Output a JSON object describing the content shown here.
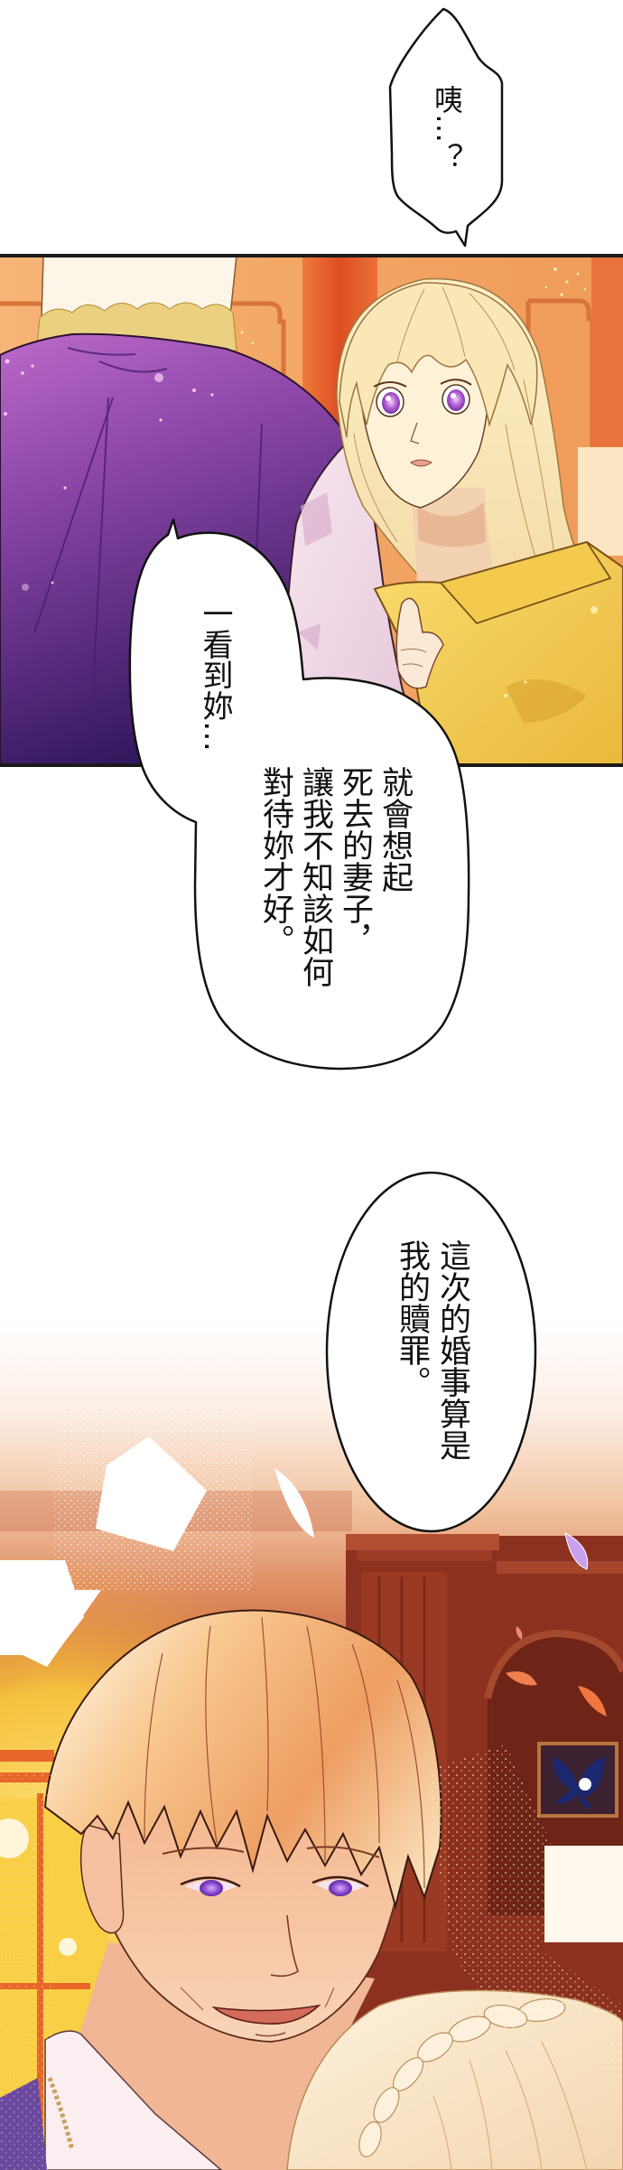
{
  "bubbles": [
    {
      "columns": [
        "咦…？"
      ]
    },
    {
      "columns": [
        "一看到妳…"
      ]
    },
    {
      "columns": [
        "就會想起",
        "死去的妻子，",
        "讓我不知該如何",
        "對待妳才好。"
      ]
    },
    {
      "columns": [
        "這次的婚事算是",
        "我的贖罪。"
      ]
    }
  ],
  "colors": {
    "page_background": "#ffffff",
    "panel_border": "#1a1a1a",
    "bubble_fill": "#ffffff",
    "bubble_stroke": "#111111",
    "text": "#111111",
    "wall_orange": "#f2a462",
    "curtain_red": "#e0582a",
    "molding_orange": "#d8743a",
    "collar_white": "#fdf5e8",
    "lace_gold": "#ead080",
    "cloak_purple": "#7a3c9e",
    "sleeve_lilac": "#f2dde9",
    "blouse_yellow": "#f3c94e",
    "woman_hair": "#f6e2a8",
    "woman_skin": "#fdf1d8",
    "eye_violet": "#a65acb",
    "man_hair": "#f0a466",
    "man_skin": "#f7c9a6",
    "window_yellow": "#f9cf45",
    "window_frame": "#e8662a",
    "room_red_brown": "#8c3020",
    "painting_blue": "#1c2870",
    "coat_purple": "#6a4aa0",
    "shirt_white": "#fbeef0",
    "woman_hair_bottom": "#fae8d0"
  }
}
